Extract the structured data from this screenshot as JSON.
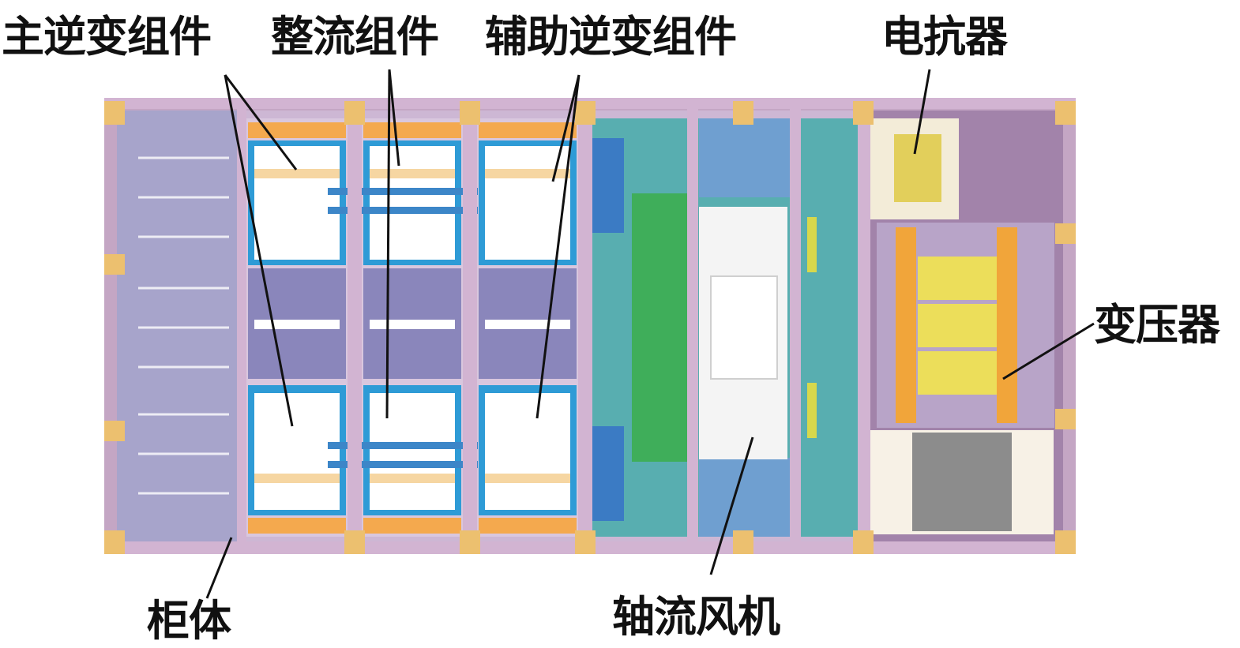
{
  "labels": {
    "main_inverter": "主逆变组件",
    "rectifier": "整流组件",
    "aux_inverter": "辅助逆变组件",
    "reactor": "电抗器",
    "transformer": "变压器",
    "cabinet": "柜体",
    "axial_fan": "轴流风机"
  },
  "colors": {
    "frame": "#d2b4d2",
    "cabinet_body": "#a7a4cb",
    "module_blue": "#2e9bd6",
    "heatsink_bar": "#f6d6a2",
    "fan_teal": "#58aeb0",
    "fan_green": "#3fae5a",
    "corner_block": "#ecc06f",
    "transformer_yellow": "#ecde5a",
    "transformer_orange": "#f1a53a",
    "right_purple": "#a283aa",
    "leader_line": "#111111"
  }
}
